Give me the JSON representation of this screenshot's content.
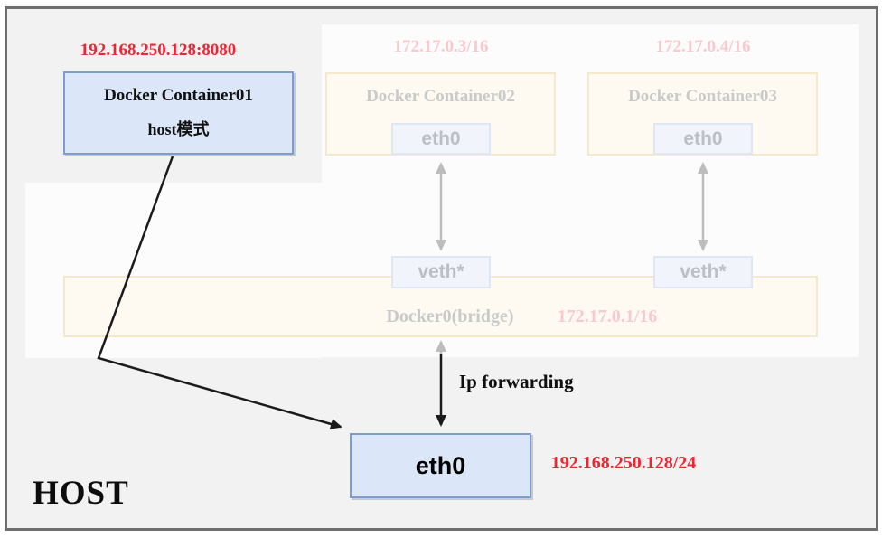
{
  "host": {
    "label": "HOST"
  },
  "container01": {
    "ip": "192.168.250.128:8080",
    "title": "Docker Container01",
    "mode": "host模式"
  },
  "container02": {
    "ip": "172.17.0.3/16",
    "title": "Docker Container02",
    "eth": "eth0"
  },
  "container03": {
    "ip": "172.17.0.4/16",
    "title": "Docker Container03",
    "eth": "eth0"
  },
  "veths": {
    "left": "veth*",
    "right": "veth*"
  },
  "bridge": {
    "label": "Docker0(bridge)",
    "ip": "172.17.0.1/16"
  },
  "forwarding": {
    "label": "Ip forwarding"
  },
  "host_eth": {
    "label": "eth0",
    "ip": "192.168.250.128/24"
  },
  "colors": {
    "highlight_red": "#ee2533",
    "faded_pink": "#fac9cd",
    "active_box_fill": "#dbe7f8",
    "active_box_border": "#7d9dce",
    "faded_cream_fill": "#fef9f1",
    "faded_cream_border": "#f6e9cb",
    "faded_blue_fill": "#f1f4fb",
    "faded_blue_border": "#dfe7f5",
    "faded_text": "#c9caca",
    "arrow_gray": "#bdbdbd",
    "arrow_black": "#1b1b1b",
    "canvas_bg": "#f2f2f3",
    "canvas_border": "#6e6e71"
  }
}
